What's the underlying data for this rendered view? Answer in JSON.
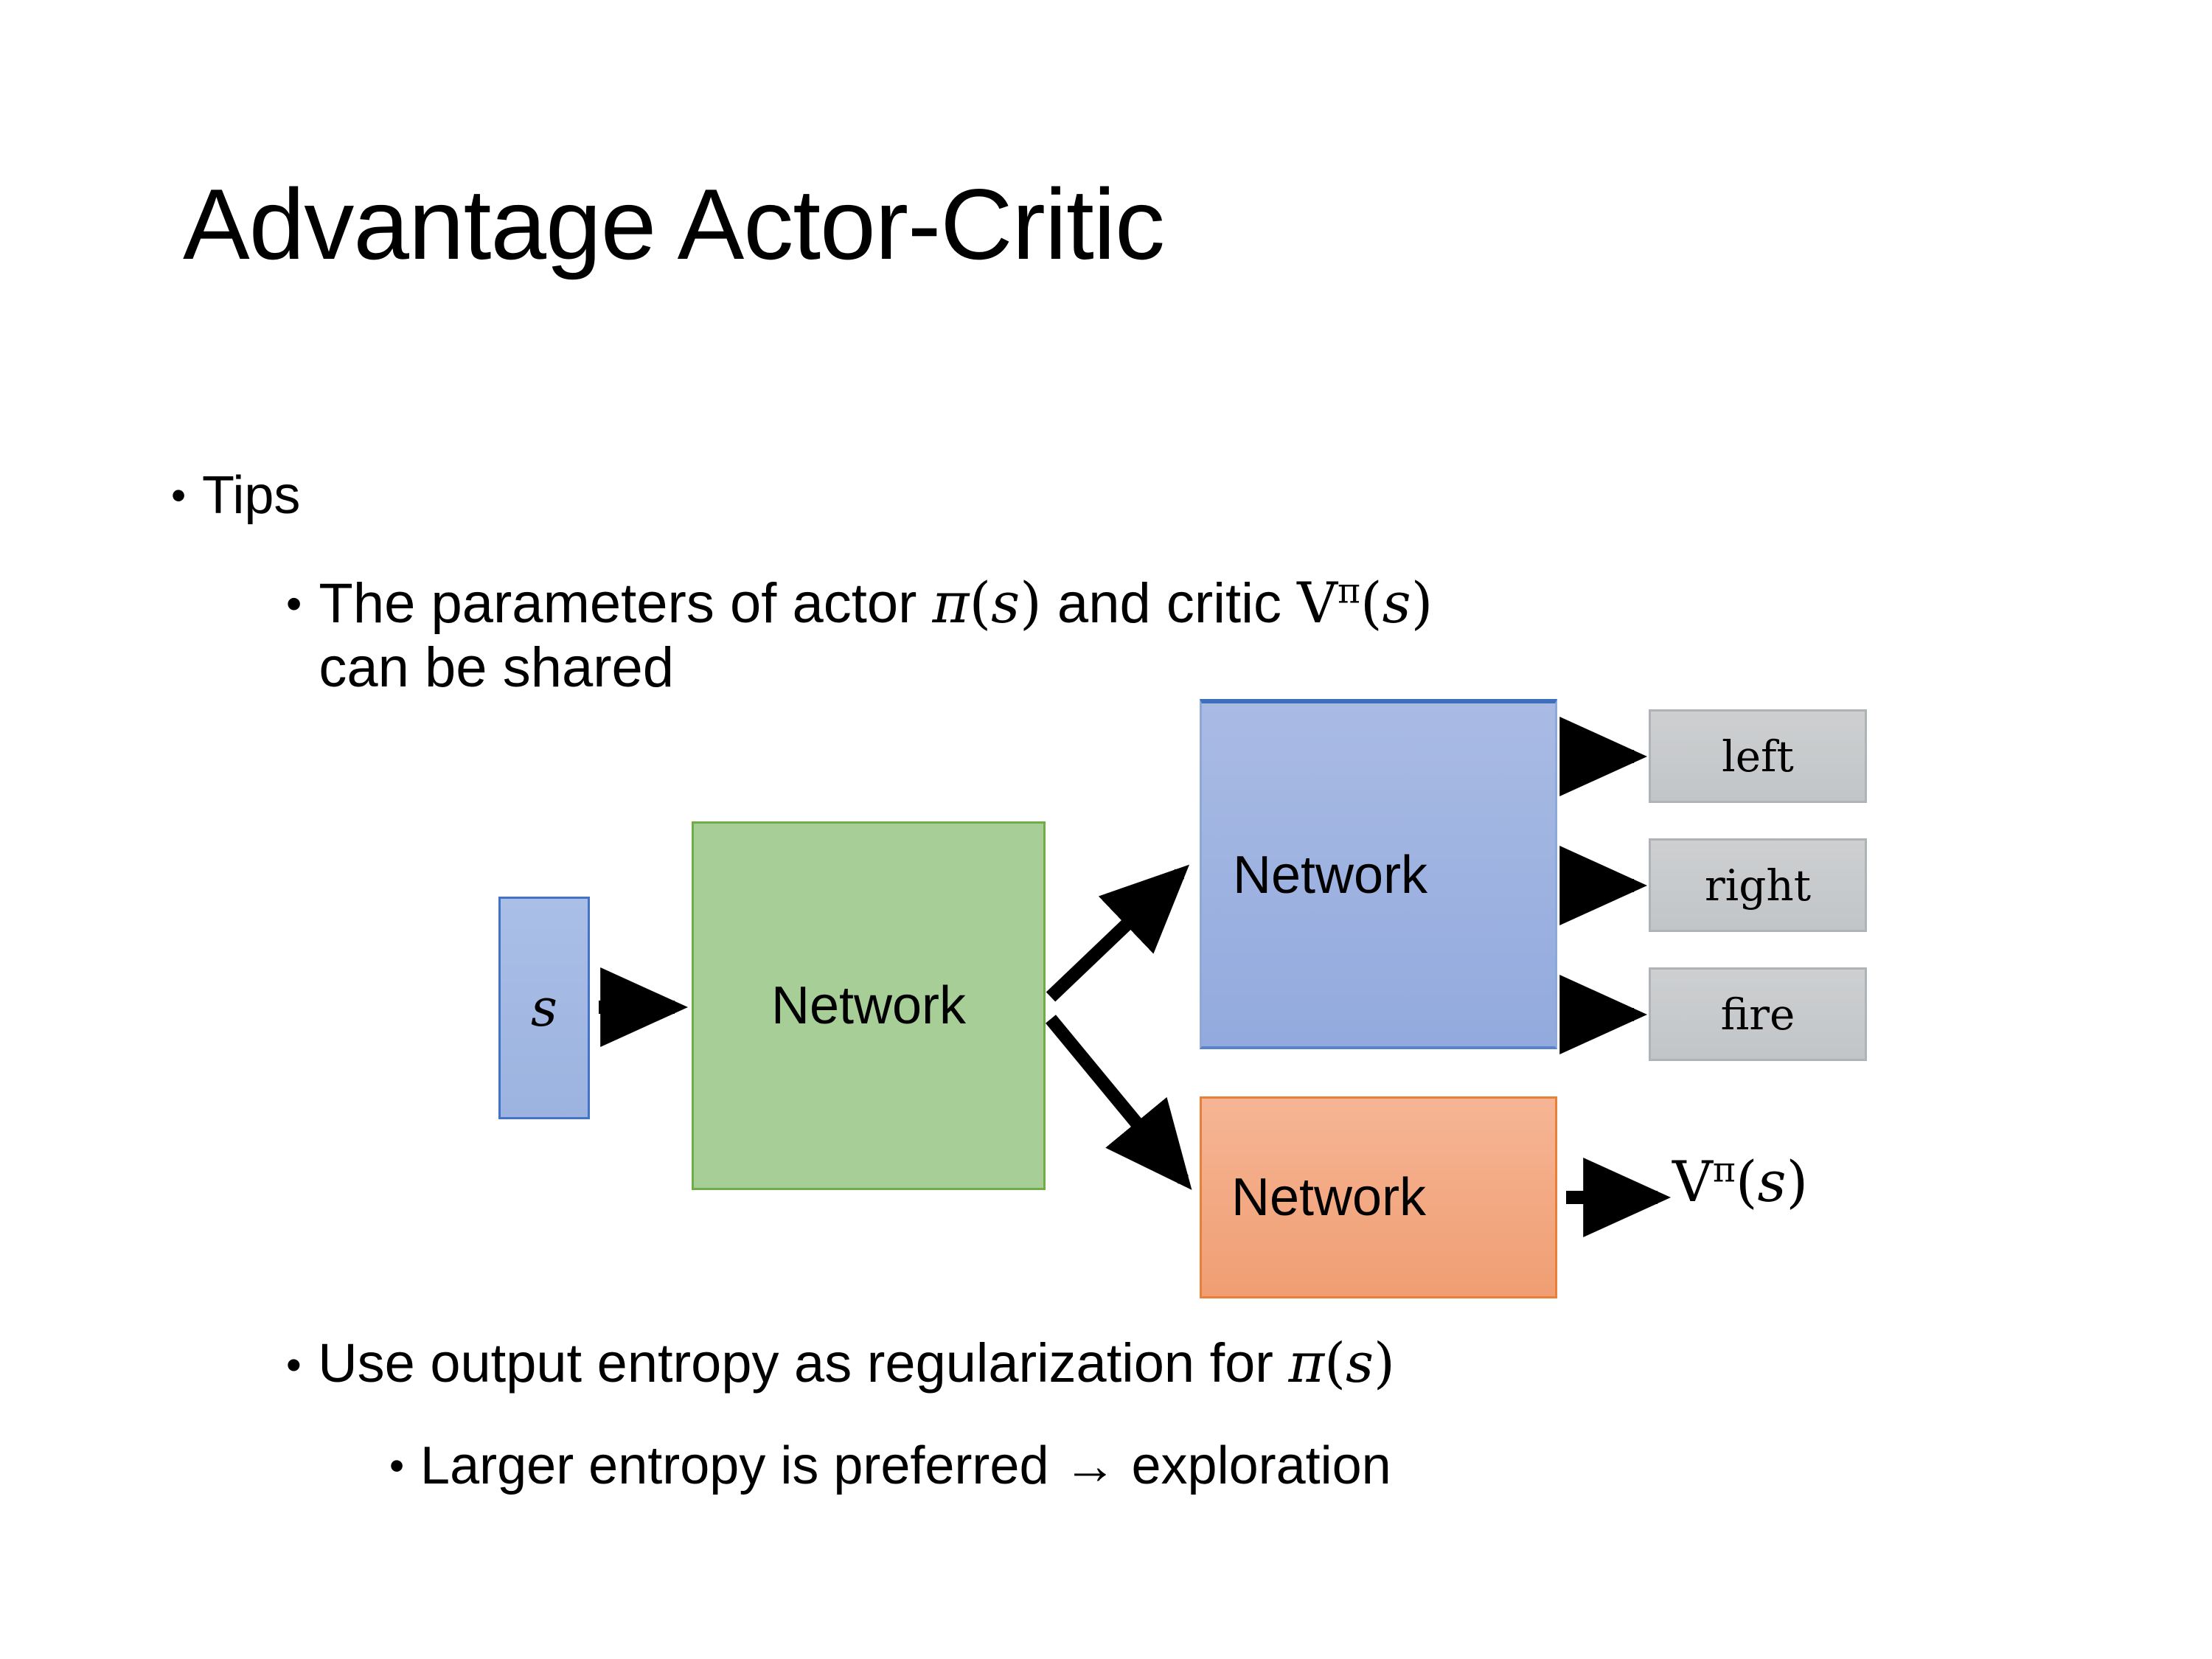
{
  "slide": {
    "title": "Advantage Actor-Critic",
    "bullets": {
      "tips": "Tips",
      "shared_params_pre": "The parameters of actor ",
      "shared_params_pi": "π",
      "shared_params_mid": "  and critic ",
      "shared_params_v": "V",
      "shared_params_v_sup": "π",
      "shared_params_tail": "can be shared",
      "entropy": "Use output entropy as regularization for ",
      "exploration": "Larger entropy is preferred → exploration"
    }
  },
  "diagram": {
    "input_box": {
      "label": "s",
      "fill": "#9cb3e0",
      "border": "#4472c4"
    },
    "shared_network": {
      "label": "Network",
      "fill": "#a6ce96",
      "border": "#70ad47"
    },
    "actor_network": {
      "label": "Network",
      "fill": "#93aade",
      "border": "#3d6fbd"
    },
    "critic_network": {
      "label": "Network",
      "fill": "#f09e72",
      "border": "#e8803a"
    },
    "actions": [
      {
        "label": "left",
        "fill": "#c8cacc",
        "border": "#b0b3b5"
      },
      {
        "label": "right",
        "fill": "#c8cacc",
        "border": "#b0b3b5"
      },
      {
        "label": "fire",
        "fill": "#c8cacc",
        "border": "#b0b3b5"
      }
    ],
    "critic_output": {
      "base": "V",
      "sup": "π",
      "arg": "(s)"
    },
    "arrow_color": "#000000"
  },
  "symbols": {
    "pi": "π",
    "s": "s",
    "open_paren": "(",
    "close_paren": ")",
    "arrow": "→",
    "bullet_dot": "•"
  }
}
